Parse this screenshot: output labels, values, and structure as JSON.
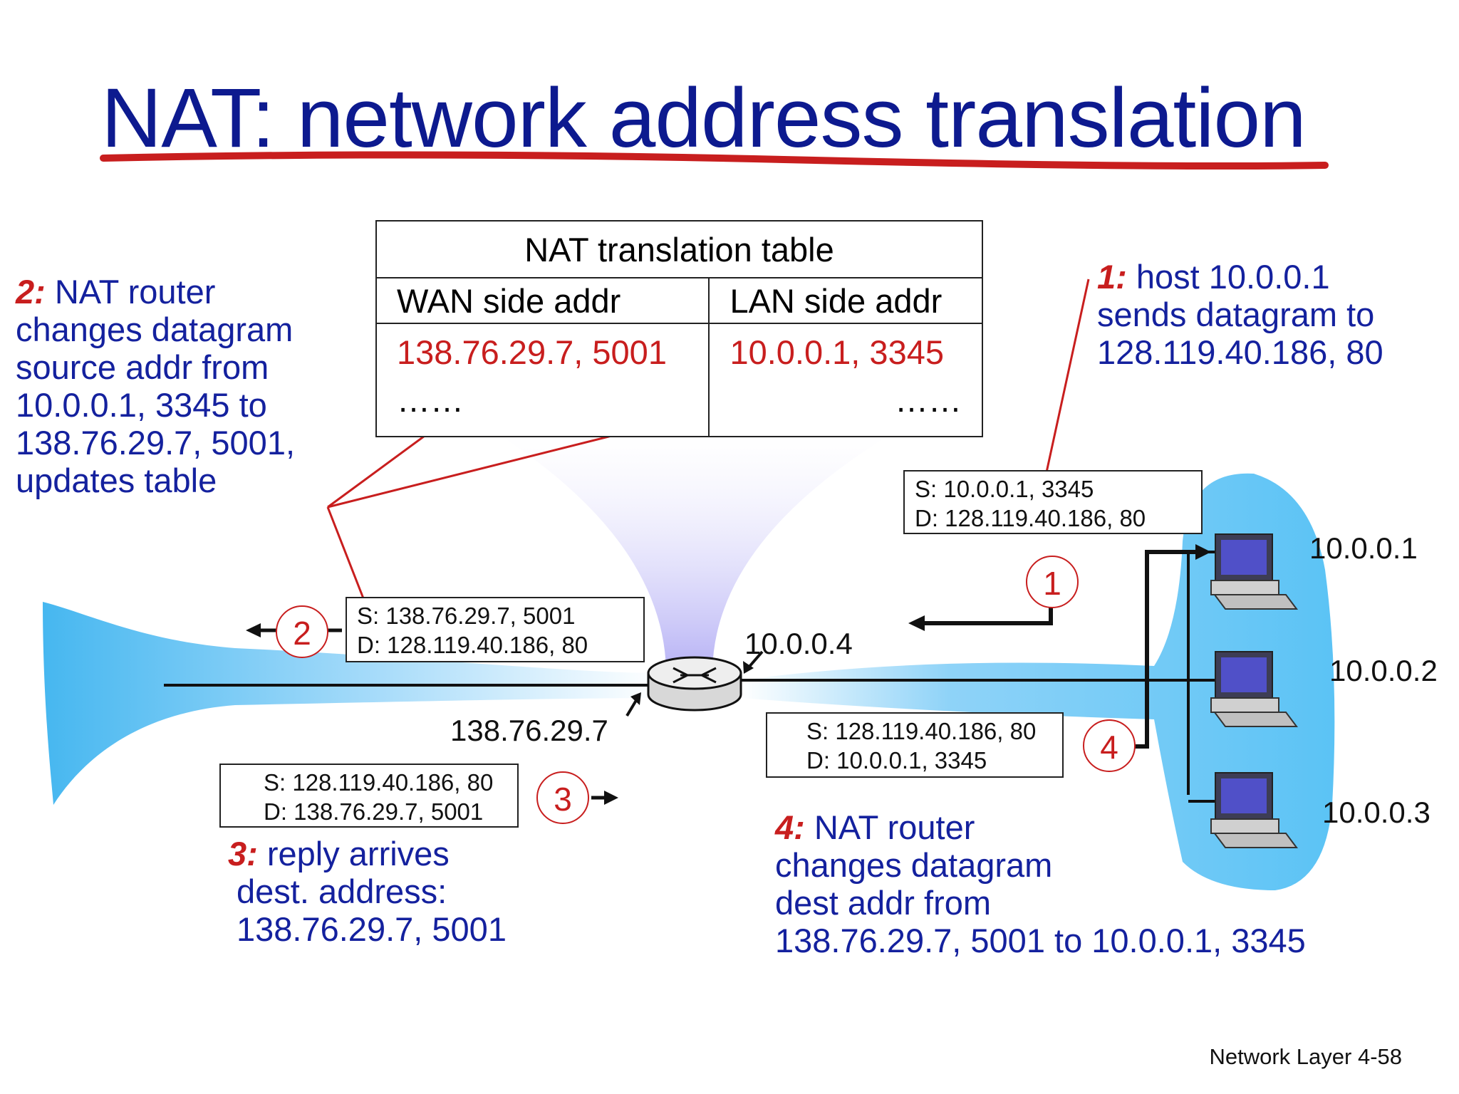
{
  "title": "NAT: network address translation",
  "table": {
    "caption": "NAT translation table",
    "headers": [
      "WAN side addr",
      "LAN side addr"
    ],
    "rows": [
      [
        "138.76.29.7, 5001",
        "10.0.0.1, 3345"
      ],
      [
        "……",
        "……"
      ]
    ]
  },
  "steps": {
    "s1": {
      "num": "1:",
      "lines": [
        "host 10.0.0.1",
        "sends datagram to",
        "128.119.40.186, 80"
      ]
    },
    "s2": {
      "num": "2:",
      "lines": [
        "NAT router",
        "changes datagram",
        "source addr from",
        "10.0.0.1, 3345 to",
        "138.76.29.7, 5001,",
        "updates table"
      ]
    },
    "s3": {
      "num": "3:",
      "lines": [
        "reply arrives",
        "dest. address:",
        "138.76.29.7, 5001"
      ]
    },
    "s4": {
      "num": "4:",
      "lines": [
        "NAT router",
        "changes datagram",
        "dest addr from",
        "138.76.29.7, 5001 to 10.0.0.1, 3345"
      ]
    }
  },
  "packets": {
    "p1": {
      "src": "S: 10.0.0.1, 3345",
      "dst": "D: 128.119.40.186, 80"
    },
    "p2": {
      "src": "S: 138.76.29.7, 5001",
      "dst": "D: 128.119.40.186, 80"
    },
    "p3": {
      "src": "S: 128.119.40.186, 80",
      "dst": "D: 138.76.29.7, 5001"
    },
    "p4": {
      "src": "S: 128.119.40.186, 80",
      "dst": "D: 10.0.0.1, 3345"
    }
  },
  "circles": [
    "1",
    "2",
    "3",
    "4"
  ],
  "addresses": {
    "router_lan": "10.0.0.4",
    "router_wan": "138.76.29.7",
    "host1": "10.0.0.1",
    "host2": "10.0.0.2",
    "host3": "10.0.0.3"
  },
  "footer": {
    "section": "Network Layer",
    "page": "4-58"
  },
  "colors": {
    "title": "#0d1a8f",
    "text": "#14219e",
    "accent": "#c81e1e",
    "cloud": "#5bc3f5",
    "funnel": "#c9c6f7"
  }
}
